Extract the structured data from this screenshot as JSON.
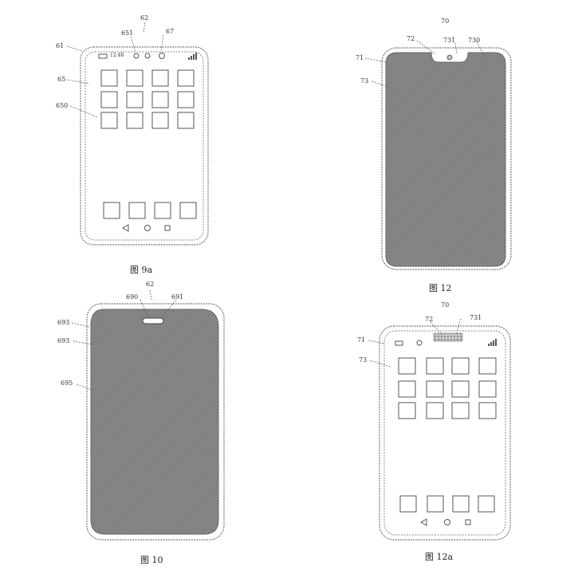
{
  "figures": {
    "fig9a": {
      "caption": "图 9a",
      "ref_device": "62",
      "ref_frame": "61",
      "ref_grid": "65",
      "ref_screen": "650",
      "ref_cam": "651",
      "ref_notch": "67",
      "status_time": "12:48"
    },
    "fig12": {
      "caption": "图 12",
      "ref_device": "70",
      "ref_frame": "71",
      "ref_screen": "73",
      "ref_cam": "72",
      "ref_notch": "731",
      "ref_area": "730"
    },
    "fig10": {
      "caption": "图 10",
      "ref_device": "62",
      "ref_a": "690",
      "ref_b": "691",
      "ref_c": "693",
      "ref_d": "693",
      "ref_e": "695"
    },
    "fig12a": {
      "caption": "图 12a",
      "ref_device": "70",
      "ref_frame": "71",
      "ref_screen": "73",
      "ref_cam": "72",
      "ref_notch": "731"
    }
  }
}
